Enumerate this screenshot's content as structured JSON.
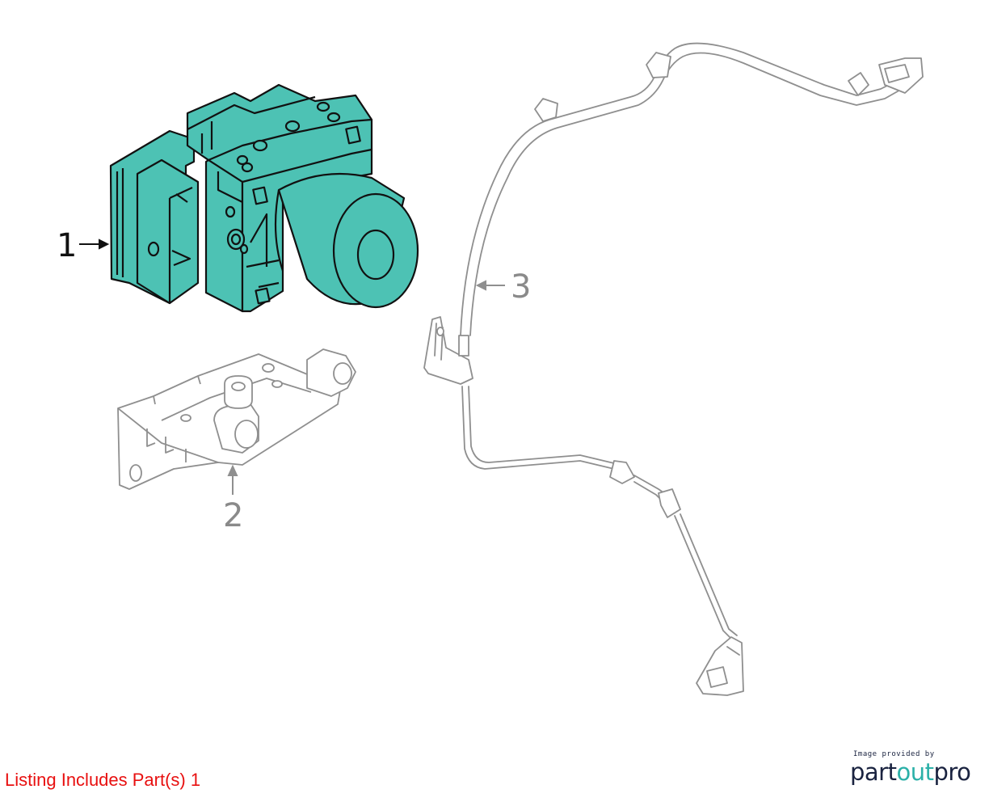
{
  "callouts": [
    {
      "number": "1",
      "part": "abs-modulator-assembly",
      "highlighted": true
    },
    {
      "number": "2",
      "part": "mounting-bracket",
      "highlighted": false
    },
    {
      "number": "3",
      "part": "wheel-speed-sensor-harness",
      "highlighted": false
    }
  ],
  "listing_note": {
    "text": "Listing Includes Part(s) 1",
    "color": "#e81010"
  },
  "brand": {
    "tagline": "Image provided by",
    "name_part1": "part",
    "name_part2": "out",
    "name_part3": "pro",
    "color_dark": "#1a2340",
    "color_accent": "#2bb0a8"
  },
  "colors": {
    "highlight_fill": "#4dc2b4",
    "highlight_stroke": "#111111",
    "line_gray": "#8f8f8f"
  }
}
